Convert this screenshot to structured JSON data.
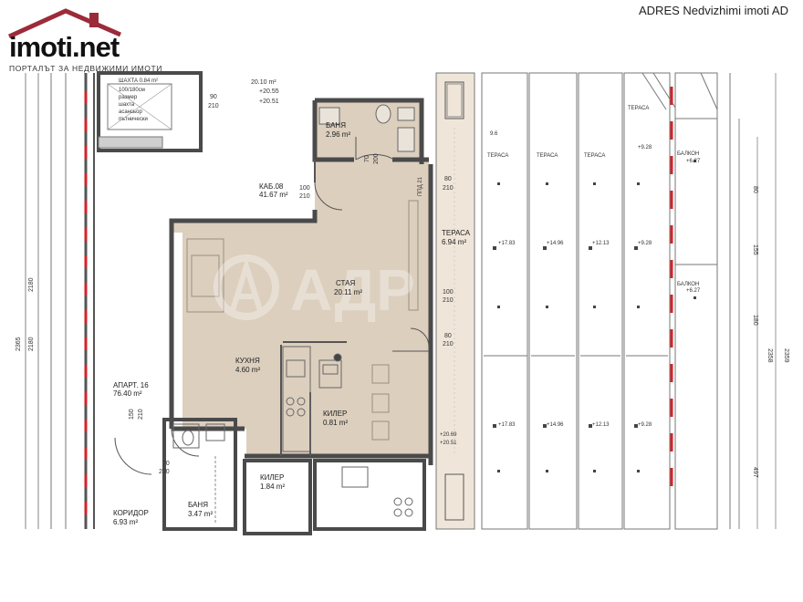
{
  "header": {
    "agency": "ADRES Nedvizhimi imoti AD",
    "logo_brand": "imoti.net",
    "logo_tagline": "ПОРТАЛЪТ ЗА НЕДВИЖИМИ ИМОТИ"
  },
  "watermark": "АДР",
  "colors": {
    "apartment_fill": "#dccfbe",
    "wall": "#4a4a4a",
    "red_marks": "#d3232a",
    "logo_red": "#9c2b3a"
  },
  "rooms": {
    "bath_top": {
      "name": "БАНЯ",
      "area": "2.96 m²"
    },
    "cab": {
      "name": "КАБ.08",
      "area": "41.67 m²"
    },
    "stay": {
      "name": "СТАЯ",
      "area": "20.11 m²"
    },
    "kitchen": {
      "name": "КУХНЯ",
      "area": "4.60 m²"
    },
    "kiler_inner": {
      "name": "КИЛЕР",
      "area": "0.81 m²"
    },
    "apart": {
      "name": "АПАРТ. 16",
      "area": "76.40 m²"
    },
    "kiler_bottom": {
      "name": "КИЛЕР",
      "area": "1.84 m²"
    },
    "bath_bottom": {
      "name": "БАНЯ",
      "area": "3.47 m²"
    },
    "corridor": {
      "name": "КОРИДОР",
      "area": "6.93 m²"
    },
    "terrace_main": {
      "name": "ТЕРАСА",
      "area": "6.94 m²"
    },
    "terrace_a": {
      "name": "ТЕРАСА"
    },
    "terrace_b": {
      "name": "ТЕРАСА"
    },
    "terrace_c": {
      "name": "ТЕРАСА"
    },
    "terrace_d": {
      "name": "ТЕРАСА"
    },
    "balcony_a": {
      "name": "БАЛКОН"
    },
    "balcony_b": {
      "name": "БАЛКОН"
    }
  },
  "labels": {
    "shaft": "ШАХТА 0.84 m²",
    "shaft_note1": "100/180см",
    "shaft_note2": "размер",
    "shaft_note3": "шахта",
    "shaft_note4": "асансьор",
    "shaft_note5": "пътнически",
    "levels_top1": "20.10 m²",
    "levels_top2": "+20.55",
    "levels_top3": "+20.51",
    "ppd": "ППД 21",
    "level_bottom1": "+20.69",
    "level_bottom2": "+20.51"
  },
  "dims": {
    "d90": "90",
    "d210a": "210",
    "d70a": "70",
    "d200a": "200",
    "d100a": "100",
    "d210b": "210",
    "d80a": "80",
    "d210c": "210",
    "d100b": "100",
    "d210d": "210",
    "d80b": "80",
    "d210e": "210",
    "d150": "150",
    "d210f": "210",
    "d70b": "70",
    "d200b": "200",
    "v2180a": "2180",
    "v2365": "2365",
    "v2180b": "2180",
    "v80": "80",
    "v155": "155",
    "v180": "180",
    "v497": "497",
    "v2358": "2358",
    "v2359": "2359",
    "lv1": "+17.83",
    "lv2": "+14.96",
    "lv3": "+12.13",
    "lv4": "+9.28",
    "lv5": "+17.83",
    "lv6": "+14.96",
    "lv7": "+12.13",
    "lv8": "+9.28",
    "lv9": "+9.28",
    "lv10": "+6.27",
    "lv11": "+6.27",
    "lv12": "9.6"
  }
}
